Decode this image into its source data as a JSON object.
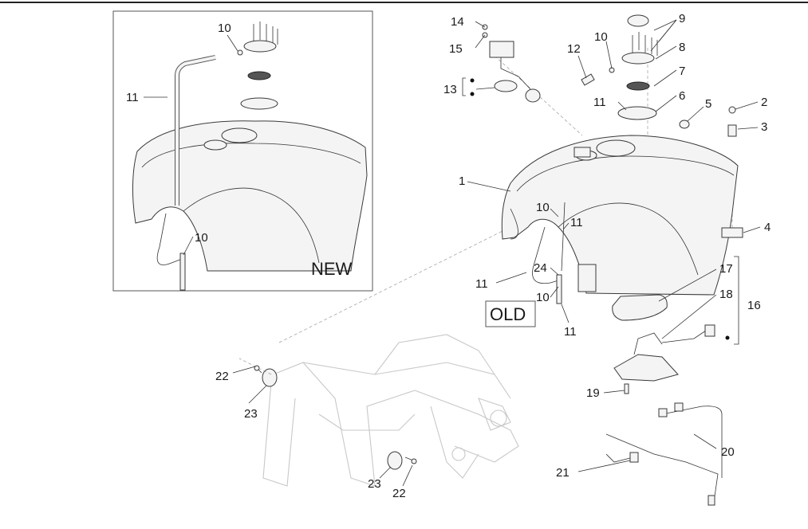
{
  "inset": {
    "new_tag": "NEW"
  },
  "main": {
    "old_tag": "OLD"
  },
  "callouts": {
    "c14": "14",
    "c15": "15",
    "c13": "13",
    "c9": "9",
    "c8": "8",
    "c10a": "10",
    "c12": "12",
    "c7": "7",
    "c11a": "11",
    "c6": "6",
    "c5": "5",
    "c2": "2",
    "c3": "3",
    "c1": "1",
    "c10b": "10",
    "c11b": "11",
    "c4": "4",
    "c24": "24",
    "c11c": "11",
    "c10c": "10",
    "c11d": "11",
    "c17": "17",
    "c18": "18",
    "c16": "16",
    "c19": "19",
    "c20": "20",
    "c21": "21",
    "c22a": "22",
    "c23a": "23",
    "c23b": "23",
    "c22b": "22",
    "n10a": "10",
    "n11": "11",
    "n10b": "10"
  }
}
